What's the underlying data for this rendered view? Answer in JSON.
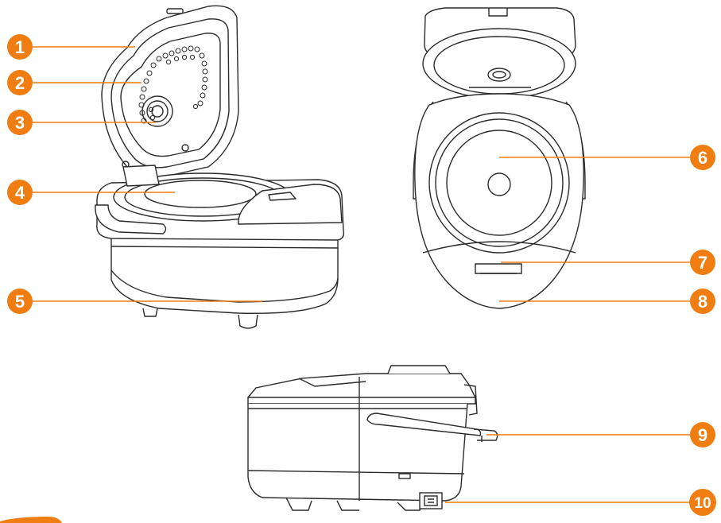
{
  "accent_color": "#f07d12",
  "line_color": "#2b2b2b",
  "diagram": {
    "views": [
      "front-open-view",
      "top-open-view",
      "side-view"
    ],
    "callouts": [
      {
        "number": "1",
        "part": "lid-rim"
      },
      {
        "number": "2",
        "part": "steam-holes"
      },
      {
        "number": "3",
        "part": "inner-lid-valve"
      },
      {
        "number": "4",
        "part": "inner-pot"
      },
      {
        "number": "5",
        "part": "body"
      },
      {
        "number": "6",
        "part": "heating-plate"
      },
      {
        "number": "7",
        "part": "lid-release-button"
      },
      {
        "number": "8",
        "part": "control-panel"
      },
      {
        "number": "9",
        "part": "carry-handle"
      },
      {
        "number": "10",
        "part": "power-socket"
      }
    ]
  }
}
